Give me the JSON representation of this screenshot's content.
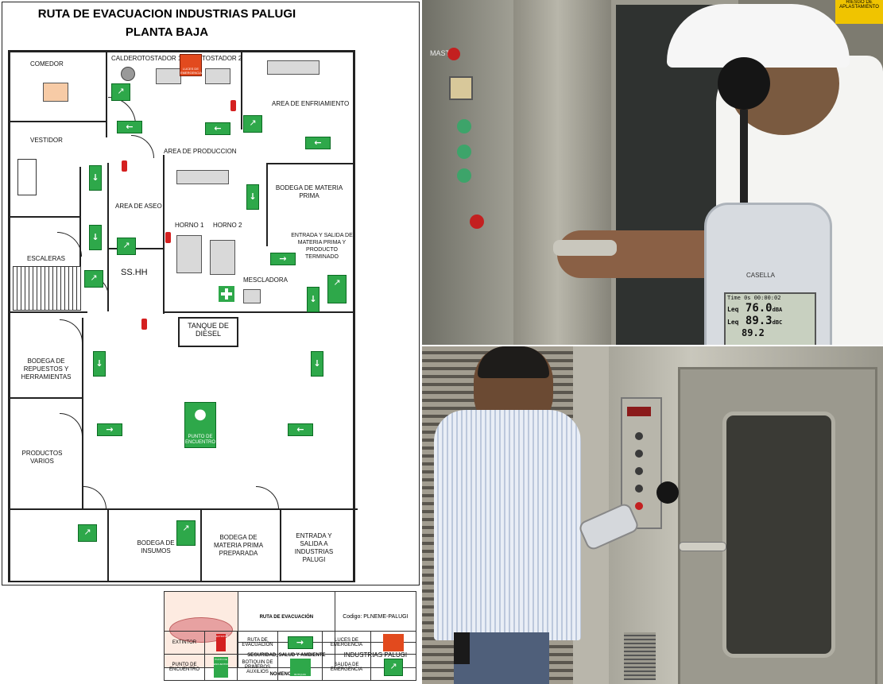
{
  "plan": {
    "title_line1": "RUTA DE EVACUACION INDUSTRIAS PALUGI",
    "title_line2": "PLANTA BAJA",
    "rooms": {
      "comedor": "COMEDOR",
      "caldero": "CALDERO",
      "tostador1": "TOSTADOR 1",
      "tostador2": "TOSTADOR 2",
      "area_enfriamiento": "AREA DE ENFRIAMIENTO",
      "vestidor": "VESTIDOR",
      "area_produccion": "AREA DE PRODUCCION",
      "bodega_mp": "BODEGA DE MATERIA PRIMA",
      "area_aseo": "AREA DE ASEO",
      "horno1": "HORNO 1",
      "horno2": "HORNO 2",
      "entrada_salida_mp": "ENTRADA Y SALIDA DE MATERIA PRIMA Y PRODUCTO TERMINADO",
      "escaleras": "ESCALERAS",
      "sshh": "SS.HH",
      "mescladora": "MESCLADORA",
      "tanque": "TANQUE DE DIESEL",
      "bodega_repuestos": "BODEGA DE REPUESTOS Y HERRAMIENTAS",
      "productos_varios": "PRODUCTOS VARIOS",
      "punto_encuentro": "PUNTO DE ENCUENTRO",
      "bodega_insumos": "BODEGA DE INSUMOS",
      "bodega_mp_preparada": "BODEGA DE MATERIA PRIMA PREPARADA",
      "entrada_salida_palugi": "ENTRADA Y SALIDA A INDUSTRIAS PALUGI"
    },
    "emergency_light_label": "LUCES DE EMERGENCIA"
  },
  "legend": {
    "route_title": "RUTA DE EVACUACIÓN",
    "code": "Codigo: PLNEME-PALUGI",
    "dept": "SEGURIDAD, SALUD Y AMBIENTE",
    "company": "INDUSTRIAS PALUGI",
    "nomenclature": "NOMENCLATURA",
    "extintor": "EXTINTOR",
    "ruta": "RUTA DE EVACUACIÓN",
    "luces": "LUCES DE EMERGENCIA",
    "punto": "PUNTO DE ENCUENTRO",
    "botiquin": "BOTIQUIN DE PRIMEROS AUXILIOS",
    "salida": "SALIDA DE EMERGENCIA",
    "extintor_icon_text": "EXTINTOR",
    "botiquin_icon_text": "BOTIQUIN",
    "punto_icon_text": "PUNTO DE ENCUENTRO"
  },
  "photo_top": {
    "oven_panel_text": "MASTER",
    "warning_label": "RIESGO DE APLASTAMIENTO",
    "meter_brand": "CASELLA",
    "meter_line1": "Time 0s 00:00:02",
    "meter_line2_label": "Leq",
    "meter_line2_value": "76.0",
    "meter_line2_unit": "dBA",
    "meter_line3_label": "Leq",
    "meter_line3_value": "89.3",
    "meter_line3_unit": "dBC",
    "meter_line4_value": "89.2"
  },
  "colors": {
    "sign_green": "#2ea84a",
    "extinguisher_red": "#d42020",
    "steel": "#9a9a9a"
  }
}
